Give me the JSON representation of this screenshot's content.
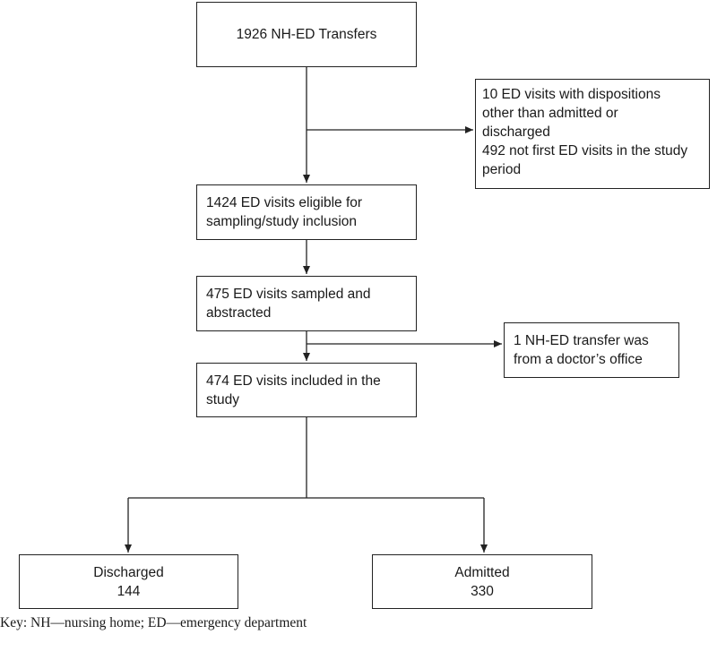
{
  "boxes": {
    "transfers": [
      "1926 NH-ED Transfers"
    ],
    "excluded_first": [
      "10 ED visits with dispositions",
      "other than admitted or",
      "discharged",
      "492 not first ED visits in the study",
      "period"
    ],
    "eligible": [
      "1424 ED visits eligible for",
      "sampling/study inclusion"
    ],
    "sampled": [
      "475 ED visits sampled and",
      "abstracted"
    ],
    "excluded_second": [
      "1 NH-ED transfer was",
      "from a doctor’s office"
    ],
    "included": [
      "474 ED visits included in the",
      "study"
    ],
    "discharged": [
      "Discharged",
      "144"
    ],
    "admitted": [
      "Admitted",
      "330"
    ]
  },
  "key": "Key: NH—nursing home; ED—emergency department"
}
